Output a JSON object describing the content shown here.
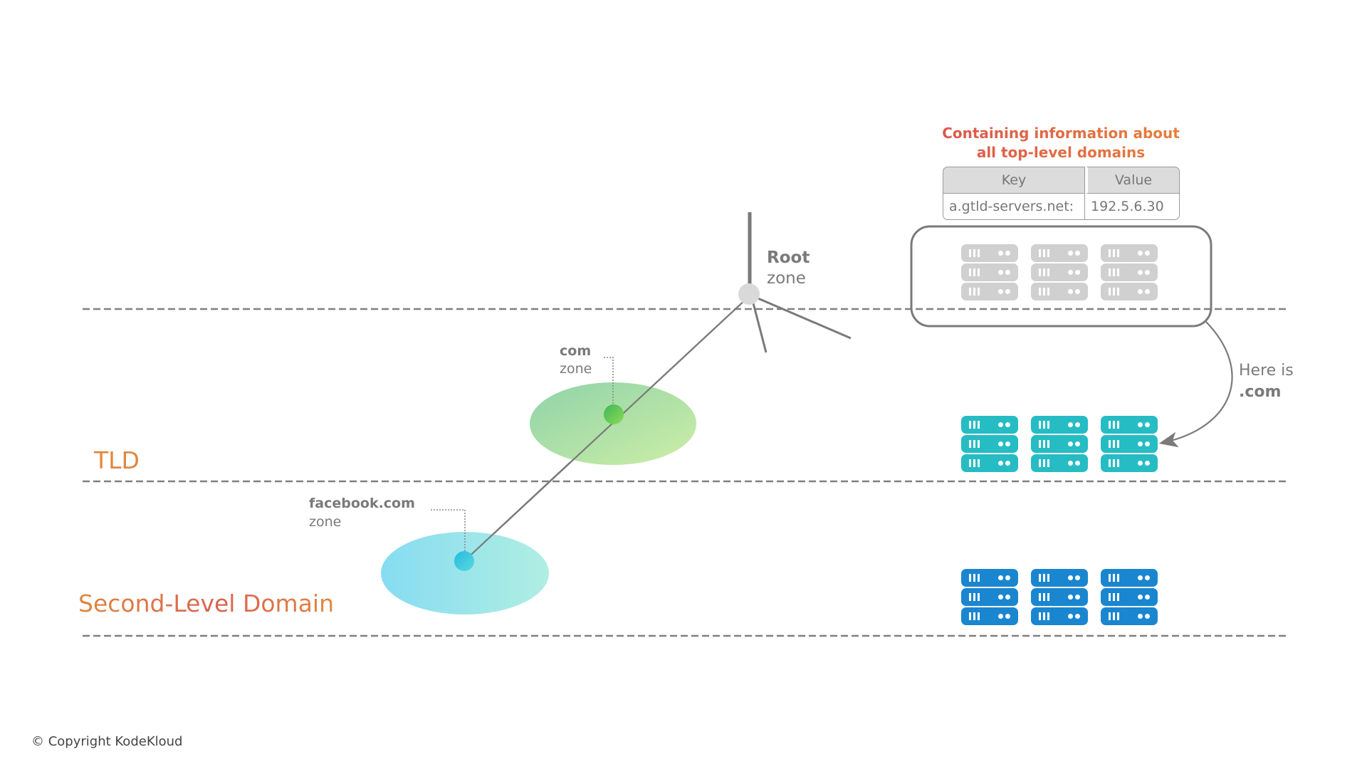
{
  "header": {
    "line1": "Containing information about",
    "line2": "all top-level domains"
  },
  "table": {
    "columns": [
      "Key",
      "Value"
    ],
    "rows": [
      [
        "a.gtld-servers.net:",
        "192.5.6.30"
      ]
    ]
  },
  "layers": {
    "tld": "TLD",
    "sld": "Second-Level Domain"
  },
  "zones": {
    "root": {
      "name": "Root",
      "sub": "zone"
    },
    "com": {
      "name": "com",
      "sub": "zone"
    },
    "facebook": {
      "name": "facebook.com",
      "sub": "zone"
    }
  },
  "annotation": {
    "line1": "Here is",
    "line2": ".com"
  },
  "server_groups": [
    {
      "id": "root",
      "color": "#d0d0d0",
      "count": 3
    },
    {
      "id": "tld",
      "color": "#26bcc4",
      "count": 3
    },
    {
      "id": "sld",
      "color": "#1a86d0",
      "count": 3
    }
  ],
  "colors": {
    "accent_orange": "#e0873f",
    "accent_red": "#d9534f",
    "line_gray": "#7a7a7a",
    "root_node": "#d9d9d9",
    "com_node": "#5cc35f",
    "facebook_node": "#3cc8e0"
  },
  "footer": {
    "copyright": "© Copyright KodeKloud"
  }
}
